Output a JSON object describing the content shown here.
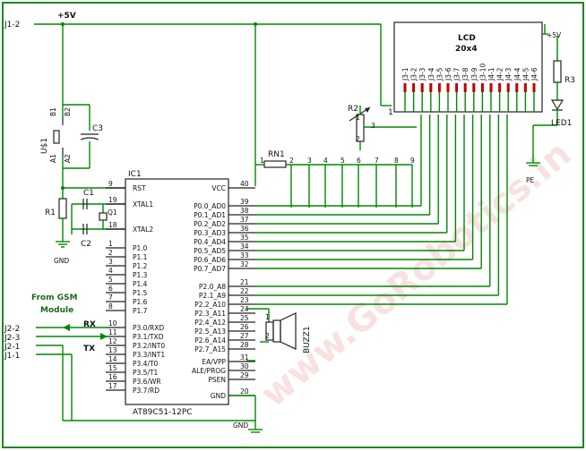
{
  "labels": {
    "vcc_rail": "+5V",
    "j1_2": "J1-2",
    "j2_2": "J2-2",
    "j2_3": "J2-3",
    "j2_1": "J2-1",
    "j1_1": "J1-1",
    "gsm_line1": "From GSM",
    "gsm_line2": "Module",
    "rx": "RX",
    "tx": "TX",
    "gnd_left": "GND",
    "gnd_bottom": "GND",
    "pe": "PE",
    "watermark": "www.GoRobotics.in"
  },
  "parts": {
    "ic1": "IC1",
    "ic1_name": "AT89C51-12PC",
    "lcd_line1": "LCD",
    "lcd_line2": "20x4",
    "lcd_vcc": "+5V",
    "r1": "R1",
    "r2": "R2",
    "r3": "R3",
    "rn1": "RN1",
    "c1": "C1",
    "c2": "C2",
    "c3": "C3",
    "q1": "Q1",
    "us1": "U$1",
    "led1": "LED1",
    "buzz1": "BUZZ1",
    "b1": "B1",
    "b2": "B2",
    "a1": "A1",
    "a2": "A2",
    "lcd_pin1": "1",
    "r2_pins": [
      "1",
      "2",
      "3"
    ],
    "buzz_pins": [
      "1",
      "2"
    ],
    "rn_pins": [
      "1",
      "2",
      "3",
      "4",
      "5",
      "6",
      "7",
      "8",
      "9"
    ]
  },
  "ic_left": [
    {
      "pin": "9",
      "name": "RST"
    },
    {
      "pin": "19",
      "name": "XTAL1"
    },
    {
      "pin": "18",
      "name": "XTAL2"
    },
    {
      "pin": "1",
      "name": "P1.0"
    },
    {
      "pin": "2",
      "name": "P1.1"
    },
    {
      "pin": "3",
      "name": "P1.2"
    },
    {
      "pin": "4",
      "name": "P1.3"
    },
    {
      "pin": "5",
      "name": "P1.4"
    },
    {
      "pin": "6",
      "name": "P1.5"
    },
    {
      "pin": "7",
      "name": "P1.6"
    },
    {
      "pin": "8",
      "name": "P1.7"
    },
    {
      "pin": "10",
      "name": "P3.0/RXD"
    },
    {
      "pin": "11",
      "name": "P3.1/TXD"
    },
    {
      "pin": "12",
      "name": "P3.2/INT0"
    },
    {
      "pin": "13",
      "name": "P3.3/INT1"
    },
    {
      "pin": "14",
      "name": "P3.4/T0"
    },
    {
      "pin": "15",
      "name": "P3.5/T1"
    },
    {
      "pin": "16",
      "name": "P3.6/WR"
    },
    {
      "pin": "17",
      "name": "P3.7/RD"
    }
  ],
  "ic_right": [
    {
      "pin": "40",
      "name": "VCC"
    },
    {
      "pin": "39",
      "name": "P0.0_AD0"
    },
    {
      "pin": "38",
      "name": "P0.1_AD1"
    },
    {
      "pin": "37",
      "name": "P0.2_AD2"
    },
    {
      "pin": "36",
      "name": "P0.3_AD3"
    },
    {
      "pin": "35",
      "name": "P0.4_AD4"
    },
    {
      "pin": "34",
      "name": "P0.5_AD5"
    },
    {
      "pin": "33",
      "name": "P0.6_AD6"
    },
    {
      "pin": "32",
      "name": "P0.7_AD7"
    },
    {
      "pin": "21",
      "name": "P2.0_A8"
    },
    {
      "pin": "22",
      "name": "P2.1_A9"
    },
    {
      "pin": "23",
      "name": "P2.2_A10"
    },
    {
      "pin": "24",
      "name": "P2.3_A11"
    },
    {
      "pin": "25",
      "name": "P2.4_A12"
    },
    {
      "pin": "26",
      "name": "P2.5_A13"
    },
    {
      "pin": "27",
      "name": "P2.6_A14"
    },
    {
      "pin": "28",
      "name": "P2.7_A15"
    },
    {
      "pin": "31",
      "name": "EA/VPP"
    },
    {
      "pin": "30",
      "name": "ALE/PROG"
    },
    {
      "pin": "29",
      "name": "PSEN"
    },
    {
      "pin": "20",
      "name": "GND"
    }
  ],
  "lcd_pins": [
    "J3-1",
    "J3-2",
    "J3-3",
    "J3-4",
    "J3-5",
    "J3-6",
    "J3-7",
    "J3-8",
    "J3-9",
    "J3-10",
    "J4-1",
    "J4-2",
    "J4-3",
    "J4-4",
    "J4-5",
    "J4-6"
  ],
  "colors": {
    "wire": "#008800",
    "frame": "#1a8a1a",
    "component": "#222222",
    "pin_marker": "#c00000",
    "watermark": "#e06060"
  }
}
